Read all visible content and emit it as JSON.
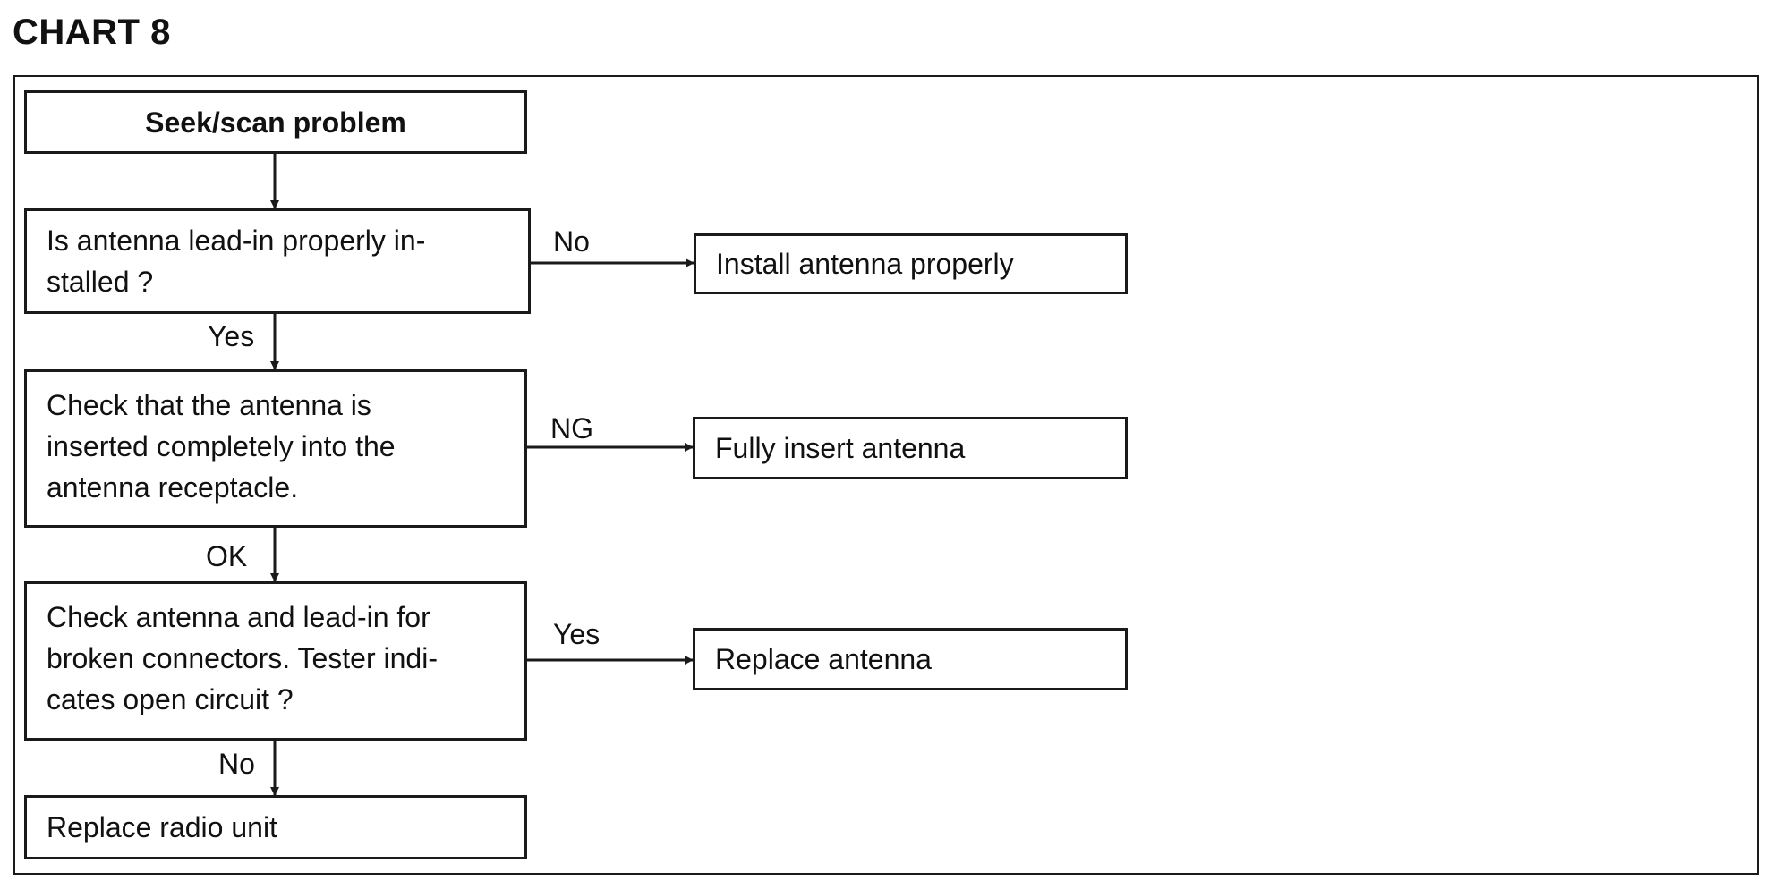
{
  "title": "CHART 8",
  "nodes": {
    "start": "Seek/scan problem",
    "q1": "Is antenna lead-in properly in-\nstalled ?",
    "q2": "Check that the antenna is\ninserted completely into the\nantenna receptacle.",
    "q3": "Check antenna and lead-in for\nbroken connectors. Tester indi-\ncates open circuit ?",
    "end_bottom": "Replace radio unit",
    "r1": "Install antenna properly",
    "r2": "Fully insert antenna",
    "r3": "Replace antenna"
  },
  "edges": {
    "q1_no": "No",
    "q1_yes": "Yes",
    "q2_ng": "NG",
    "q2_ok": "OK",
    "q3_yes": "Yes",
    "q3_no": "No"
  }
}
